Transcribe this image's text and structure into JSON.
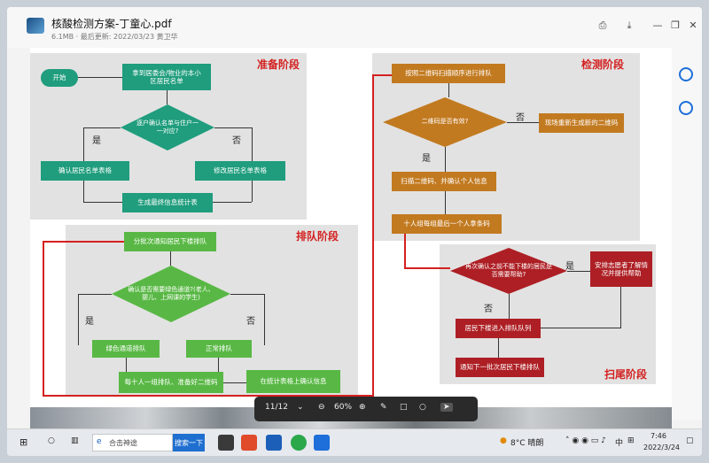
{
  "window": {
    "title": "核酸检测方案-丁童心.pdf",
    "meta": "6.1MB · 最后更新: 2022/03/23 黄卫华"
  },
  "flowchart": {
    "sections": {
      "prep": "准备阶段",
      "queue": "排队阶段",
      "test": "检测阶段",
      "finish": "扫尾阶段"
    },
    "prep": {
      "start": "开始",
      "get_list": "拿到居委会/物业的本小区居民名单",
      "confirm": "逐户确认名单与住户一一对应?",
      "yes": "是",
      "no": "否",
      "confirm_table": "确认居民名单表格",
      "modify_table": "修改居民名单表格",
      "final": "生成最终信息统计表"
    },
    "queue": {
      "notify": "分批次通知居民下楼排队",
      "check_green": "确认是否需要绿色通道?(老人、婴儿、上网课的学生)",
      "yes": "是",
      "no": "否",
      "green": "绿色通道排队",
      "normal": "正常排队",
      "group": "每十人一组排队、准备好二维码",
      "confirm_info": "在统计表格上确认信息"
    },
    "test": {
      "scan_order": "按照二维码扫描顺序进行排队",
      "valid": "二维码是否有效?",
      "no": "否",
      "yes": "是",
      "regen": "现场重新生成新的二维码",
      "scan": "扫描二维码、并确认个人信息",
      "last": "十人组每组最后一个人拿条码"
    },
    "finish": {
      "check": "再次确认之前不能下楼的居民是否需要帮助?",
      "yes": "是",
      "no": "否",
      "help": "安排志愿者了解情况并提供帮助",
      "join": "居民下楼进入排队队列",
      "next": "通知下一批次居民下楼排队"
    }
  },
  "page_toolbar": {
    "page": "11/12",
    "zoom": "60%"
  },
  "taskbar": {
    "search_placeholder": "合击神途",
    "search_button": "搜索一下",
    "weather": "8°C 晴朗",
    "ime": "中",
    "time": "7:46",
    "date": "2022/3/24"
  },
  "colors": {
    "green": "#1f9d7d",
    "lightgreen": "#59b845",
    "orange": "#c27a20",
    "red": "#ad1f24",
    "section_label": "#d42020"
  }
}
